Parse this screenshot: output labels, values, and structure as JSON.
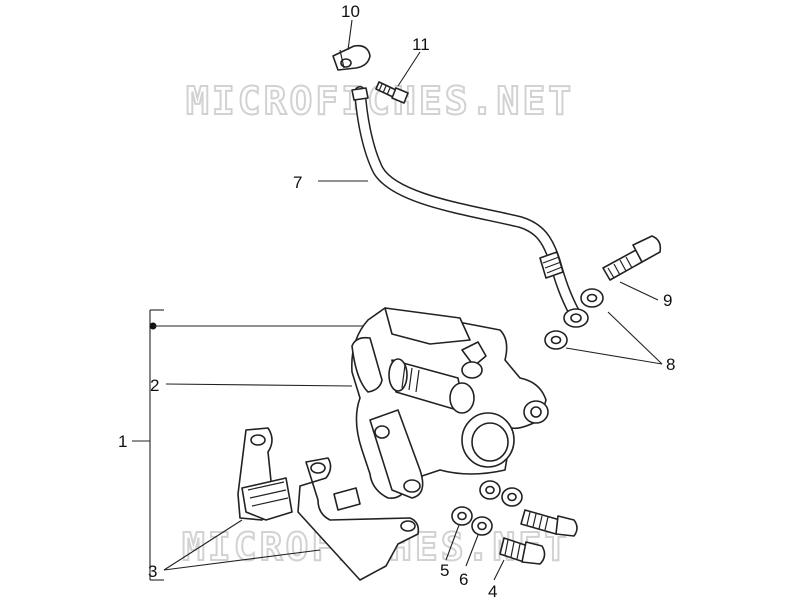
{
  "watermark": {
    "top": "MICROFICHES.NET",
    "bottom": "MICROFICHES.NET"
  },
  "callouts": {
    "c1": "1",
    "c2": "2",
    "c3": "3",
    "c4": "4",
    "c5": "5",
    "c6": "6",
    "c7": "7",
    "c8": "8",
    "c9": "9",
    "c10": "10",
    "c11": "11"
  },
  "colors": {
    "line": "#222222",
    "watermark": "#d2d2d2",
    "background": "#ffffff"
  }
}
